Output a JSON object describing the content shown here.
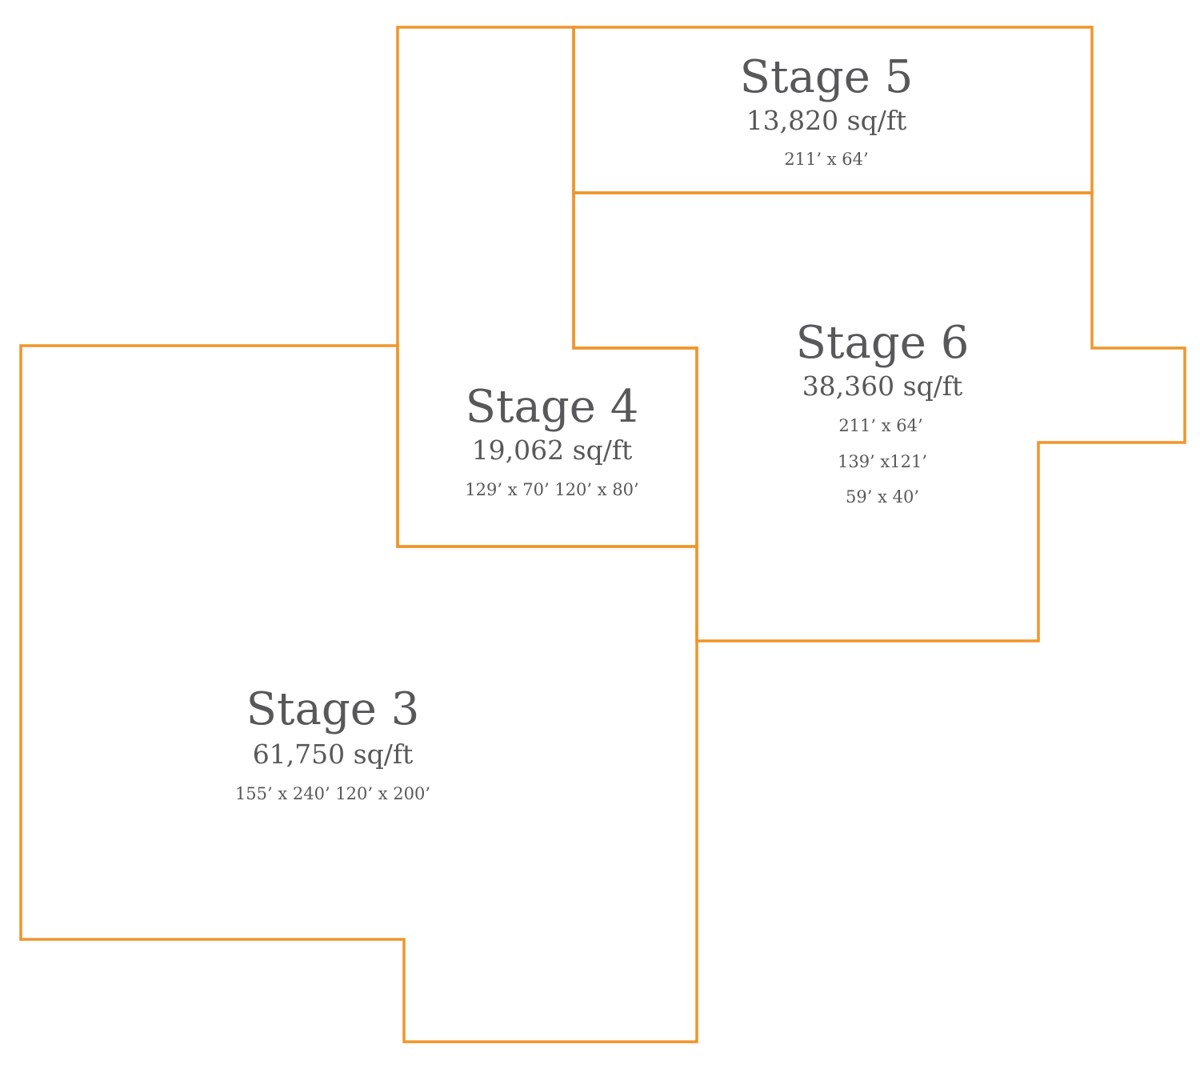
{
  "colors": {
    "outline": "#f0952b",
    "text": "#58585a",
    "background": "#ffffff"
  },
  "stages": [
    {
      "id": "stage-3",
      "name": "Stage 3",
      "area": "61,750 sq/ft",
      "dimensions": [
        "155’ x 240’  120’ x 200’"
      ]
    },
    {
      "id": "stage-4",
      "name": "Stage 4",
      "area": "19,062 sq/ft",
      "dimensions": [
        "129’ x 70’ 120’ x 80’"
      ]
    },
    {
      "id": "stage-5",
      "name": "Stage 5",
      "area": "13,820 sq/ft",
      "dimensions": [
        "211’ x 64’"
      ]
    },
    {
      "id": "stage-6",
      "name": "Stage 6",
      "area": "38,360  sq/ft",
      "dimensions": [
        "211’ x 64’",
        "139’ x121’",
        "59’ x 40’"
      ]
    }
  ]
}
